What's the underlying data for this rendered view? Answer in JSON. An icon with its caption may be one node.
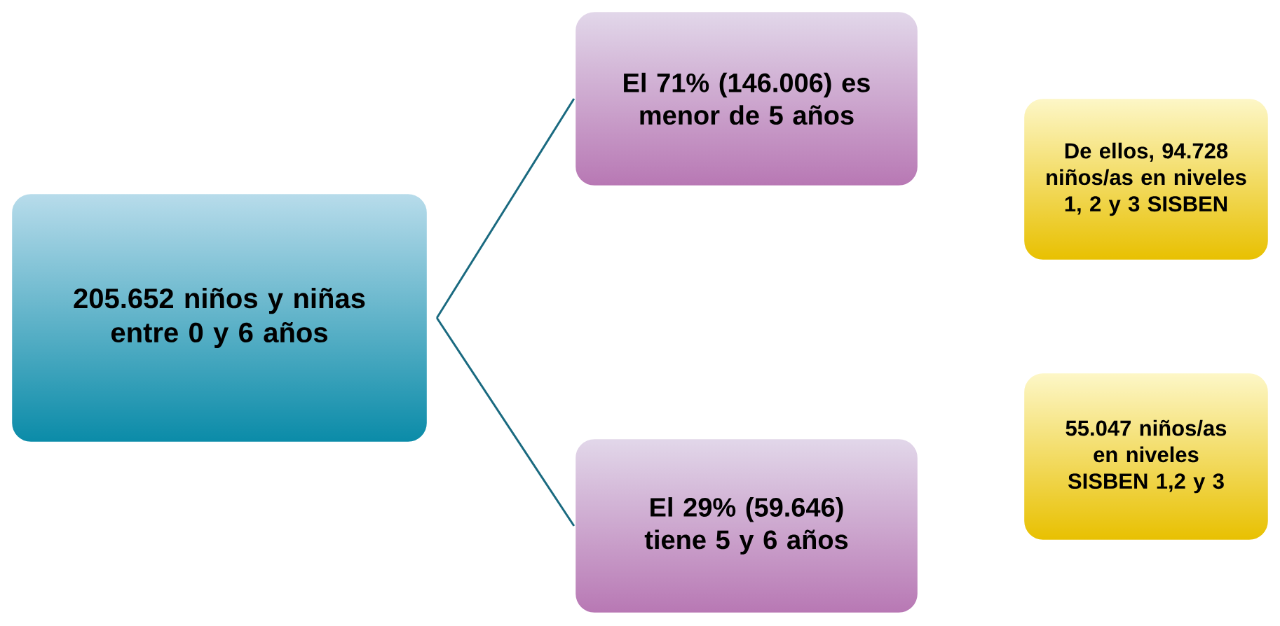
{
  "diagram": {
    "nodes": [
      {
        "text": [
          "205.652 niños y niñas entre 0 y 6 años"
        ]
      },
      {
        "text": [
          "El 71% (146.006) es menor de 5 años"
        ]
      },
      {
        "text": [
          "El 29% (59.646) tiene 5 y 6 años"
        ]
      },
      {
        "text": [
          "De ellos, 94.728 niños/as en niveles 1, 2 y 3 SISBEN"
        ]
      },
      {
        "text": [
          "55.047 niños/as en niveles SISBEN 1,2 y 3"
        ]
      }
    ],
    "edges": [
      {
        "from": 0,
        "to": 1,
        "arrow": "none"
      },
      {
        "from": 0,
        "to": 2,
        "arrow": "none"
      }
    ]
  }
}
